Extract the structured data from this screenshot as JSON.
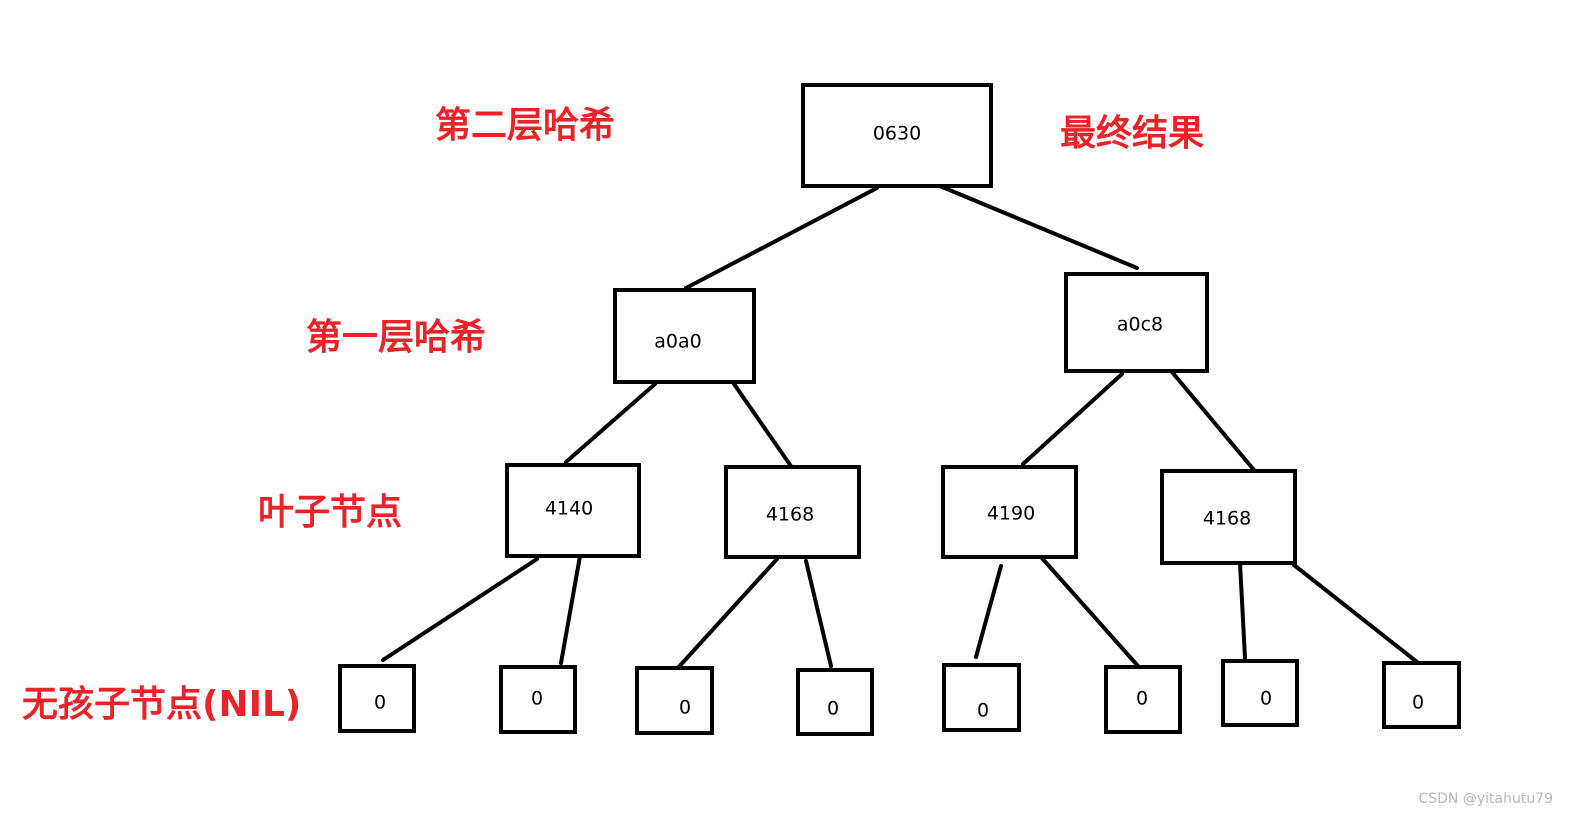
{
  "labels": {
    "level2": "第二层哈希",
    "level1": "第一层哈希",
    "leaf": "叶子节点",
    "nil": "无孩子节点(NIL)",
    "result": "最终结果"
  },
  "nodes": {
    "root": "0630",
    "h1_left": "a0a0",
    "h1_right": "a0c8",
    "leaf_1": "4140",
    "leaf_2": "4168",
    "leaf_3": "4190",
    "leaf_4": "4168",
    "nil_1": "0",
    "nil_2": "0",
    "nil_3": "0",
    "nil_4": "0",
    "nil_5": "0",
    "nil_6": "0",
    "nil_7": "0",
    "nil_8": "0"
  },
  "watermark": "CSDN @yitahutu79",
  "colors": {
    "label": "#e8242a",
    "line": "#000000",
    "watermark": "#b8b8b8"
  }
}
